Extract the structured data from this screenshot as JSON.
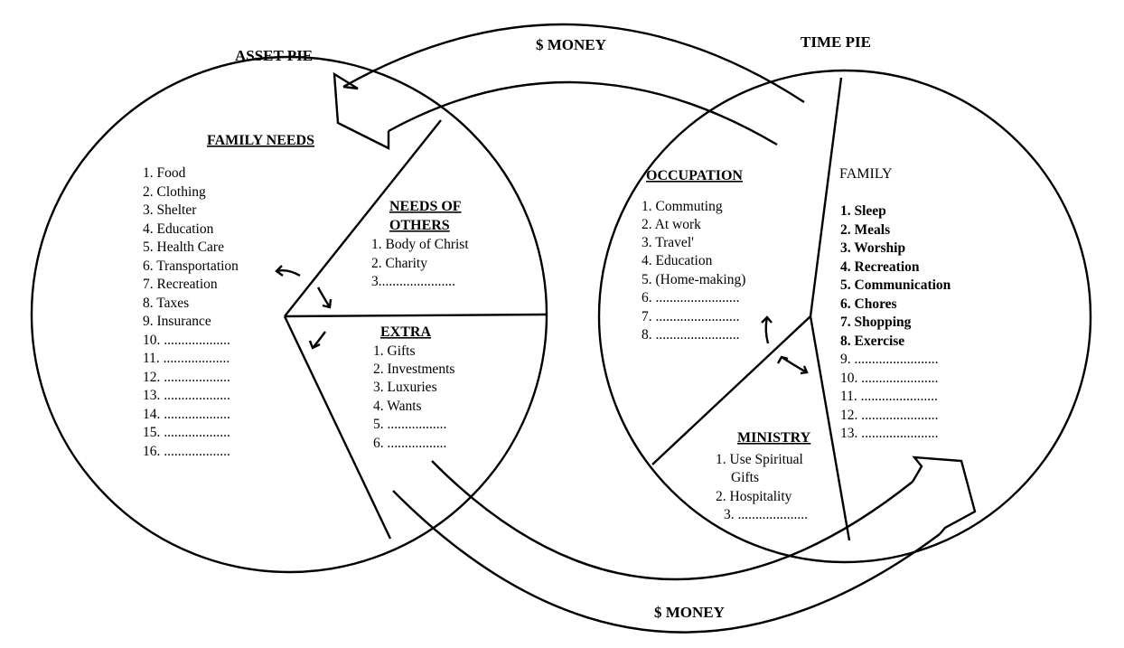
{
  "labels": {
    "asset_pie": "ASSET PIE",
    "time_pie": "TIME PIE",
    "money_top": "$ MONEY",
    "money_bottom": "$ MONEY"
  },
  "asset_pie": {
    "family_needs": {
      "title": "FAMILY NEEDS",
      "items": [
        "1. Food",
        "2. Clothing",
        "3. Shelter",
        "4. Education",
        "5. Health Care",
        "6. Transportation",
        "7. Recreation",
        "8. Taxes",
        "9. Insurance",
        "10. ...................",
        "11. ...................",
        "12. ...................",
        "13. ...................",
        "14. ...................",
        "15. ...................",
        "16. ..................."
      ]
    },
    "needs_of_others": {
      "title_line1": "NEEDS OF",
      "title_line2": "OTHERS",
      "items": [
        "1. Body of Christ",
        "2. Charity",
        "3......................"
      ]
    },
    "extra": {
      "title": "EXTRA",
      "items": [
        "1. Gifts",
        "2. Investments",
        "3. Luxuries",
        "4. Wants",
        "5. .................",
        "6. ................."
      ]
    }
  },
  "time_pie": {
    "occupation": {
      "title": "OCCUPATION",
      "items": [
        "1. Commuting",
        "2. At work",
        "3. Travel'",
        "4. Education",
        "5. (Home-making)",
        "6. ........................",
        "7. ........................",
        "8. ........................"
      ]
    },
    "family": {
      "title": "FAMILY",
      "items": [
        "1. Sleep",
        "2. Meals",
        "3. Worship",
        "4. Recreation",
        "5. Communication",
        "6. Chores",
        "7. Shopping",
        "8. Exercise",
        "9. ........................",
        "10. ......................",
        "11. ......................",
        "12. ......................",
        "13. ......................"
      ]
    },
    "ministry": {
      "title": "MINISTRY",
      "item1_line1": "1. Use Spiritual",
      "item1_line2": "Gifts",
      "item2": "2. Hospitality",
      "item3": "3. ...................."
    }
  }
}
